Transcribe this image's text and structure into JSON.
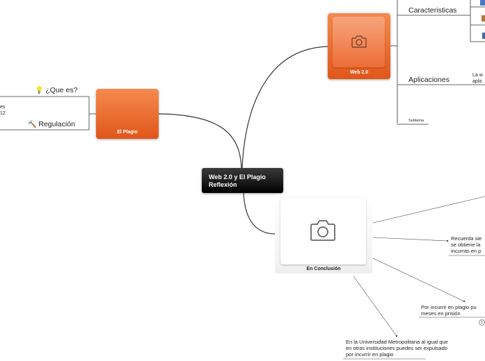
{
  "central": {
    "line1": "Web 2.0 y El Plagio",
    "line2": "Reflexión"
  },
  "web20": {
    "title": "Web 2.0",
    "caracteristicas": "Caracteristicas",
    "aplicaciones": "Aplicaciones",
    "aplicaciones_note_line1": "La w",
    "aplicaciones_note_line2": "aplic",
    "subtema": "Subtema"
  },
  "plagio": {
    "title": "El Plagio",
    "que_es": "¿Que es?",
    "regulacion": "Regulación",
    "partial_line1": "es",
    "partial_line2": "12"
  },
  "conclusion": {
    "title": "En Conclusión",
    "note1_line1": "Recuerda sie",
    "note1_line2": "se obtiene la",
    "note1_line3": "incurras en p",
    "note2_line1": "Por incurrir en plagio pu",
    "note2_line2": "meses en prisión",
    "note2_badge": "1",
    "note3_line1": "En la Universidad Metropolitana al igual que",
    "note3_line2": "en otras instituciones puedes ser expulsado",
    "note3_line3": "por incurrir en plagio"
  },
  "icons": {
    "camera": "camera-icon",
    "bulb": "lightbulb-icon",
    "gavel": "gavel-icon"
  },
  "colors": {
    "orange": "#e8632a",
    "central": "#111111",
    "line": "#333333"
  }
}
